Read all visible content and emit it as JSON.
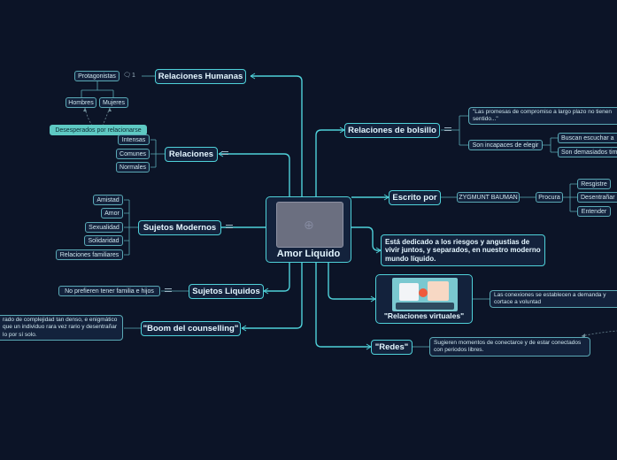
{
  "center": {
    "title": "Amor Liquido",
    "image_icon": "image-placeholder-icon"
  },
  "branches": {
    "relaciones_humanas": {
      "label": "Relaciones Humanas",
      "protagonistas": "Protagonistas",
      "comment_count": "1",
      "hombres": "Hombres",
      "mujeres": "Mujeres",
      "desesperados": "Desesperados por relacionarse"
    },
    "relaciones": {
      "label": "Relaciones",
      "items": [
        "Intensas",
        "Comunes",
        "Normales"
      ]
    },
    "sujetos_modernos": {
      "label": "Sujetos  Modernos",
      "items": [
        "Amistad",
        "Amor",
        "Sexualidad",
        "Solidaridad",
        "Relaciones familiares"
      ]
    },
    "sujetos_liquidos": {
      "label": "Sujetos Liquidos",
      "item": "No prefieren tener familia e hijos"
    },
    "boom": {
      "label": "\"Boom del counselling\"",
      "text": "rado de complejidad tan denso, e enigmático que un individuo rara vez rario y desentrañar lo por sí solo."
    },
    "bolsillo": {
      "label": "Relaciones de bolsillo",
      "promesas": "\"Las promesas de compromiso a largo plazo no tienen sentido...\"",
      "incapaces": "Son incapaces de elegir",
      "buscan": "Buscan escuchar a",
      "demasiado": "Son demasiados tim"
    },
    "escrito": {
      "label": "Escrito por",
      "author": "ZYGMUNT BAUMAN",
      "procura": "Procura",
      "actions": [
        "Resgistre",
        "Desentrañar",
        "Entender"
      ]
    },
    "dedicado": {
      "text": "Está dedicado a los riesgos y angustias de vivir juntos, y separados, en nuestro moderno mundo líquido."
    },
    "virtuales": {
      "label": "\"Relaciones virtuales\"",
      "text": "Las conexiones se establecen a demanda y cortace a voluntad"
    },
    "redes": {
      "label": "\"Redes\"",
      "text": "Sugieren momentos de conectarce y de estar conectados con periodos libres."
    }
  },
  "colors": {
    "background": "#0c1427",
    "link": "#4fd1d9",
    "node_fill": "#13223c",
    "highlight": "#5ec9c3"
  }
}
